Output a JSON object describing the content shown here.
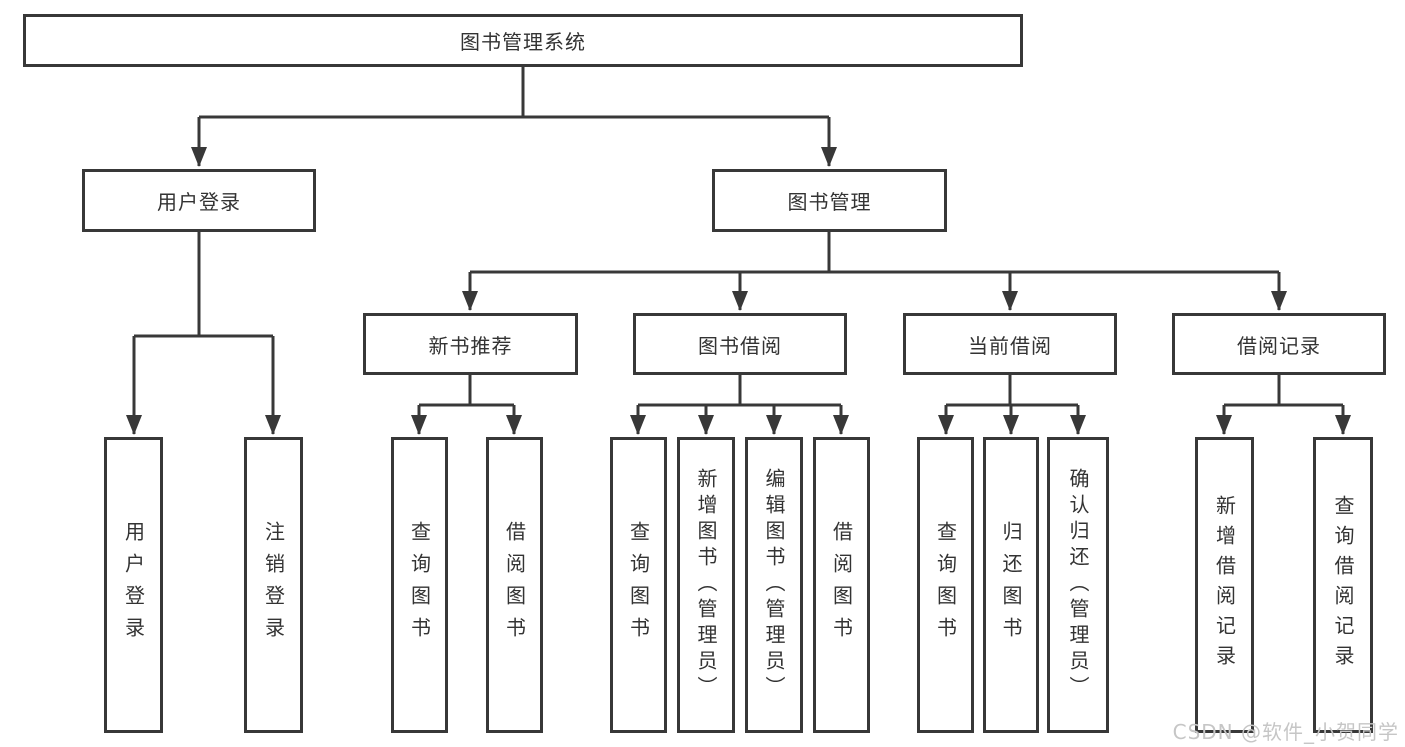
{
  "diagram": {
    "colors": {
      "line": "#383838",
      "border": "#383838",
      "text": "#333333",
      "watermark_text": "#c6c6c6",
      "background": "#ffffff"
    },
    "nodes": {
      "root": "图书管理系统",
      "user_login": "用户登录",
      "book_mgmt": "图书管理",
      "new_book_rec": "新书推荐",
      "book_borrow": "图书借阅",
      "current_borrow": "当前借阅",
      "borrow_record": "借阅记录",
      "ul_user_login": "用户登录",
      "ul_logout": "注销登录",
      "nbr_query_book": "查询图书",
      "nbr_borrow_book": "借阅图书",
      "bb_query_book": "查询图书",
      "bb_add_book": "新增图书（管理员）",
      "bb_edit_book": "编辑图书（管理员）",
      "bb_borrow_book": "借阅图书",
      "cb_query_book": "查询图书",
      "cb_return_book": "归还图书",
      "cb_confirm_return": "确认归还（管理员）",
      "br_add_record": "新增借阅记录",
      "br_query_record": "查询借阅记录"
    },
    "hierarchy": {
      "图书管理系统": {
        "用户登录": [
          "用户登录",
          "注销登录"
        ],
        "图书管理": {
          "新书推荐": [
            "查询图书",
            "借阅图书"
          ],
          "图书借阅": [
            "查询图书",
            "新增图书（管理员）",
            "编辑图书（管理员）",
            "借阅图书"
          ],
          "当前借阅": [
            "查询图书",
            "归还图书",
            "确认归还（管理员）"
          ],
          "借阅记录": [
            "新增借阅记录",
            "查询借阅记录"
          ]
        }
      }
    }
  },
  "watermark": {
    "text": "CSDN @软件_小贺同学"
  }
}
